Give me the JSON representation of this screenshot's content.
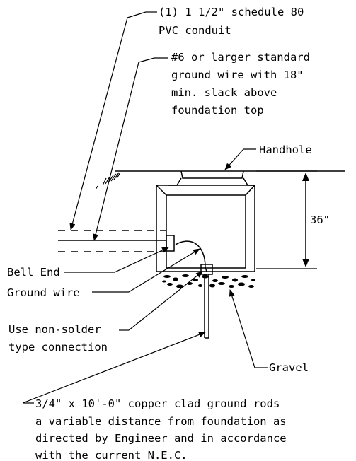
{
  "labels": {
    "conduit_line1": "(1) 1 1/2\" schedule 80",
    "conduit_line2": "PVC conduit",
    "ground_wire_line1": "#6 or larger standard",
    "ground_wire_line2": "ground wire with 18\"",
    "ground_wire_line3": "min. slack above",
    "ground_wire_line4": "foundation top",
    "handhole": "Handhole",
    "depth": "36\"",
    "bell_end": "Bell End",
    "ground_wire": "Ground wire",
    "connection_line1": "Use non-solder",
    "connection_line2": "type connection",
    "gravel": "Gravel",
    "rods_line1": "3/4\" x 10'-0\" copper clad ground rods",
    "rods_line2": "a variable distance from foundation as",
    "rods_line3": "directed by Engineer and in accordance",
    "rods_line4": "with the current N.E.C."
  }
}
